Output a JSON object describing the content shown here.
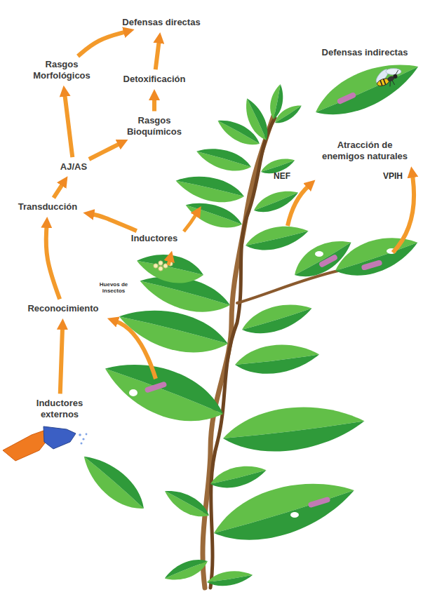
{
  "diagram": {
    "nodes": [
      {
        "text": [
          "Defensas directas"
        ]
      },
      {
        "text": [
          "Rasgos Morfológicos"
        ]
      },
      {
        "text": [
          "Detoxificación"
        ]
      },
      {
        "text": [
          "Rasgos Bioquímicos"
        ]
      },
      {
        "text": [
          "Defensas indirectas"
        ]
      },
      {
        "text": [
          "Atracción de enemigos naturales"
        ]
      },
      {
        "text": [
          "AJ/AS"
        ]
      },
      {
        "text": [
          "Transducción"
        ]
      },
      {
        "text": [
          "Inductores"
        ]
      },
      {
        "text": [
          "Reconocimiento"
        ]
      },
      {
        "text": [
          "Inductores externos"
        ]
      }
    ],
    "edges": [
      {
        "from": 10,
        "to": 9,
        "arrow": "to"
      },
      {
        "from": 9,
        "to": 7,
        "arrow": "to"
      },
      {
        "from": 7,
        "to": 6,
        "arrow": "to"
      },
      {
        "from": 8,
        "to": 7,
        "arrow": "to"
      },
      {
        "from": 6,
        "to": 1,
        "arrow": "to"
      },
      {
        "from": 6,
        "to": 3,
        "arrow": "to"
      },
      {
        "from": 3,
        "to": 2,
        "arrow": "to"
      },
      {
        "from": 2,
        "to": 0,
        "arrow": "to"
      },
      {
        "from": 1,
        "to": 0,
        "arrow": "to"
      }
    ],
    "labels": [
      "Huevos de insectos",
      "NEF",
      "VPIH"
    ]
  }
}
